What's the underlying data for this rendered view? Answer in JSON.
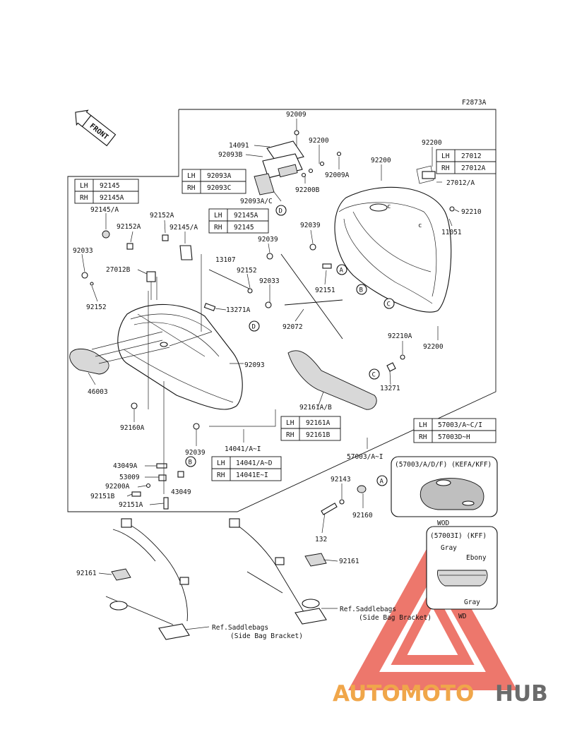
{
  "diagram": {
    "code": "F2873A",
    "front_label": "FRONT",
    "callouts": [
      {
        "id": "c-92009",
        "text": "92009"
      },
      {
        "id": "c-14091",
        "text": "14091"
      },
      {
        "id": "c-92093B",
        "text": "92093B"
      },
      {
        "id": "c-92200a",
        "text": "92200"
      },
      {
        "id": "c-92200b",
        "text": "92200"
      },
      {
        "id": "c-92200c",
        "text": "92200"
      },
      {
        "id": "c-92009A",
        "text": "92009A"
      },
      {
        "id": "c-92200B",
        "text": "92200B"
      },
      {
        "id": "c-92093AC",
        "text": "92093A/C"
      },
      {
        "id": "c-27012A",
        "text": "27012/A"
      },
      {
        "id": "c-92210",
        "text": "92210"
      },
      {
        "id": "c-11051",
        "text": "11051"
      },
      {
        "id": "c-92145A-t",
        "text": "92145/A"
      },
      {
        "id": "c-92152A-1",
        "text": "92152A"
      },
      {
        "id": "c-92152A-2",
        "text": "92152A"
      },
      {
        "id": "c-92145A-t2",
        "text": "92145/A"
      },
      {
        "id": "c-92039-1",
        "text": "92039"
      },
      {
        "id": "c-92039-2",
        "text": "92039"
      },
      {
        "id": "c-92039-3",
        "text": "92039"
      },
      {
        "id": "c-13107",
        "text": "13107"
      },
      {
        "id": "c-92033-1",
        "text": "92033"
      },
      {
        "id": "c-92033-2",
        "text": "92033"
      },
      {
        "id": "c-27012B",
        "text": "27012B"
      },
      {
        "id": "c-92152-1",
        "text": "92152"
      },
      {
        "id": "c-92152-2",
        "text": "92152"
      },
      {
        "id": "c-13271A",
        "text": "13271A"
      },
      {
        "id": "c-92151",
        "text": "92151"
      },
      {
        "id": "c-92072",
        "text": "92072"
      },
      {
        "id": "c-92093",
        "text": "92093"
      },
      {
        "id": "c-46003",
        "text": "46003"
      },
      {
        "id": "c-92210A",
        "text": "92210A"
      },
      {
        "id": "c-92200d",
        "text": "92200"
      },
      {
        "id": "c-13271",
        "text": "13271"
      },
      {
        "id": "c-92160A",
        "text": "92160A"
      },
      {
        "id": "c-92161AB",
        "text": "92161A/B"
      },
      {
        "id": "c-14041",
        "text": "14041/A~I"
      },
      {
        "id": "c-57003",
        "text": "57003/A~I"
      },
      {
        "id": "c-43049A",
        "text": "43049A"
      },
      {
        "id": "c-53009",
        "text": "53009"
      },
      {
        "id": "c-92200A",
        "text": "92200A"
      },
      {
        "id": "c-92151B",
        "text": "92151B"
      },
      {
        "id": "c-43049",
        "text": "43049"
      },
      {
        "id": "c-92151A",
        "text": "92151A"
      },
      {
        "id": "c-92143",
        "text": "92143"
      },
      {
        "id": "c-92160",
        "text": "92160"
      },
      {
        "id": "c-132",
        "text": "132"
      },
      {
        "id": "c-92161-1",
        "text": "92161"
      },
      {
        "id": "c-92161-2",
        "text": "92161"
      }
    ],
    "ref_notes": [
      {
        "line1": "Ref.Saddlebags",
        "line2": "(Side Bag Bracket)"
      },
      {
        "line1": "Ref.Saddlebags",
        "line2": "(Side Bag Bracket)"
      }
    ],
    "letters": [
      "A",
      "B",
      "C",
      "D"
    ],
    "tables": {
      "t_92145": [
        [
          "LH",
          "92145"
        ],
        [
          "RH",
          "92145A"
        ]
      ],
      "t_92093A": [
        [
          "LH",
          "92093A"
        ],
        [
          "RH",
          "92093C"
        ]
      ],
      "t_92145A": [
        [
          "LH",
          "92145A"
        ],
        [
          "RH",
          "92145"
        ]
      ],
      "t_27012": [
        [
          "LH",
          "27012"
        ],
        [
          "RH",
          "27012A"
        ]
      ],
      "t_92161A": [
        [
          "LH",
          "92161A"
        ],
        [
          "RH",
          "92161B"
        ]
      ],
      "t_14041": [
        [
          "LH",
          "14041/A~D"
        ],
        [
          "RH",
          "14041E~I"
        ]
      ],
      "t_57003": [
        [
          "LH",
          "57003/A~C/I"
        ],
        [
          "RH",
          "57003D~H"
        ]
      ]
    },
    "inset_wod": {
      "title": "(57003/A/D/F) (KEFA/KFF)",
      "caption": "WOD"
    },
    "inset_wd": {
      "title": "(57003I) (KFF)",
      "labels": [
        "Gray",
        "Ebony",
        "Gray"
      ],
      "caption": "WD"
    }
  },
  "watermark": {
    "part1": "AUTOMOTO",
    "part2": "HUB",
    "color_triangle": "#e84a3c",
    "color_text1": "#f0a64a",
    "color_text2": "#6b6b6b"
  }
}
